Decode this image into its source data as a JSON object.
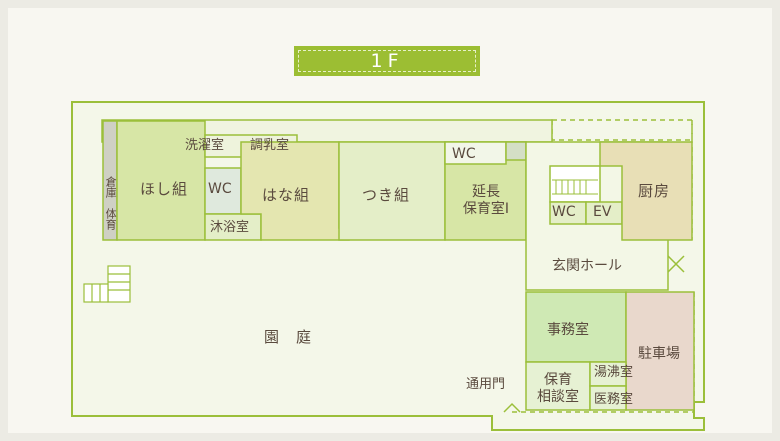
{
  "floor_label": "1F",
  "rooms": {
    "storage": "倉庫",
    "gym": "体育",
    "hoshi": "ほし組",
    "laundry": "洗濯室",
    "milk_prep": "調乳室",
    "wc_1": "WC",
    "bath": "沐浴室",
    "hana": "はな組",
    "tsuki": "つき組",
    "wc_2": "WC",
    "extended_care_line1": "延長",
    "extended_care_line2": "保育室Ⅰ",
    "wc_3": "WC",
    "elevator": "EV",
    "kitchen": "厨房",
    "entrance_hall": "玄関ホール",
    "garden": "園　庭",
    "office": "事務室",
    "parking": "駐車場",
    "consult_line1": "保育",
    "consult_line2": "相談室",
    "boiling_room": "湯沸室",
    "medical_room": "医務室",
    "service_gate": "通用門"
  },
  "colors": {
    "background": "#ecebe4",
    "banner": "#9cbe33",
    "outline": "#9bbf3a",
    "room_green": "#d7e6a6",
    "room_light": "#e4eec8",
    "office_green": "#cfe9b4",
    "kitchen_beige": "#e8dfb6",
    "parking_pink": "#e9d8cc",
    "hall_light": "#f3f7e6",
    "text": "#5a4a3e"
  }
}
